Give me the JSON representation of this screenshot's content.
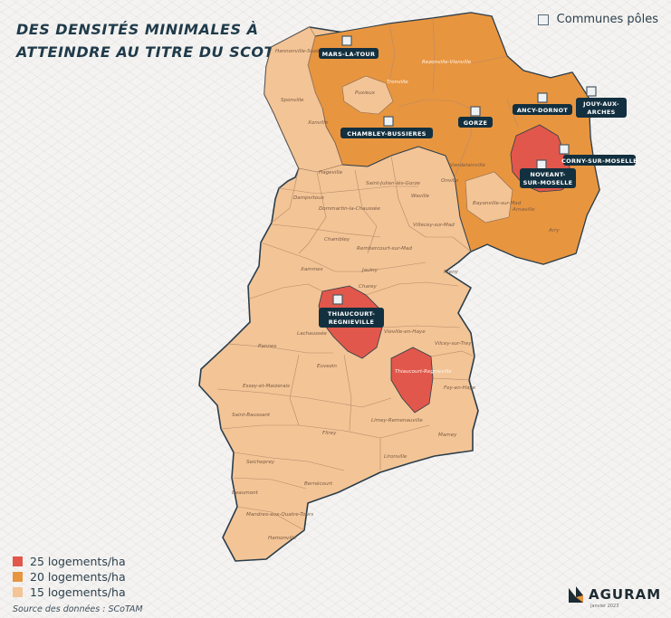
{
  "title": {
    "line1": "DES DENSITÉS MINIMALES  À",
    "line2": "ATTEINDRE AU TITRE DU SCOTAM"
  },
  "poles_legend_label": "Communes pôles",
  "legend": [
    {
      "label": "25 logements/ha",
      "color": "#e2574b"
    },
    {
      "label": "20 logements/ha",
      "color": "#e8953f"
    },
    {
      "label": "15 logements/ha",
      "color": "#f3c496"
    }
  ],
  "source": "Source des données : SCoTAM",
  "logo": {
    "text": "AGURAM",
    "date": "janvier 2023"
  },
  "colors": {
    "high": "#e2574b",
    "mid": "#e8953f",
    "low": "#f3c496",
    "outline": "#2a3d4b",
    "tag": "#12303f"
  },
  "poles": [
    {
      "name": "MARS-LA-TOUR"
    },
    {
      "name": "CHAMBLEY-BUSSIERES"
    },
    {
      "name": "GORZE"
    },
    {
      "name": "ANCY-DORNOT"
    },
    {
      "name": "JOUY-AUX-ARCHES",
      "lines": [
        "JOUY-AUX-",
        "ARCHES"
      ]
    },
    {
      "name": "CORNY-SUR-MOSELLE"
    },
    {
      "name": "NOVEANT-SUR-MOSELLE",
      "lines": [
        "NOVEANT-",
        "SUR-MOSELLE"
      ]
    },
    {
      "name": "THIAUCOURT-REGNIEVILLE",
      "lines": [
        "THIAUCOURT-",
        "REGNIEVILLE"
      ]
    }
  ],
  "communes": [
    "Hannonville-Suzémont",
    "Puxieux",
    "Sponville",
    "Xonville",
    "Tronville",
    "Rezonville-Vionville",
    "Hageville",
    "Dampvitoux",
    "Saint-Julien-lès-Gorze",
    "Dommartin-la-Chaussée",
    "Chambley",
    "Waville",
    "Onville",
    "Vandelainville",
    "Bayonville-sur-Mad",
    "Arnaville",
    "Arry",
    "Villecey-sur-Mad",
    "Rembercourt-sur-Mad",
    "Charey",
    "Xammes",
    "Jaulny",
    "Preny",
    "Vilcey-sur-Trey",
    "Vieville-en-Haye",
    "Pannes",
    "Euvezin",
    "Essey-et-Maizerais",
    "Saint-Baussant",
    "Flirey",
    "Limey-Remenauville",
    "Seicheprey",
    "Beaumont",
    "Bernécourt",
    "Mandres-aux-Quatre-Tours",
    "Hamonville",
    "Lironville",
    "Mamey",
    "Fey-en-Haye",
    "Thiaucourt-Regnieville",
    "Lachaussée"
  ]
}
